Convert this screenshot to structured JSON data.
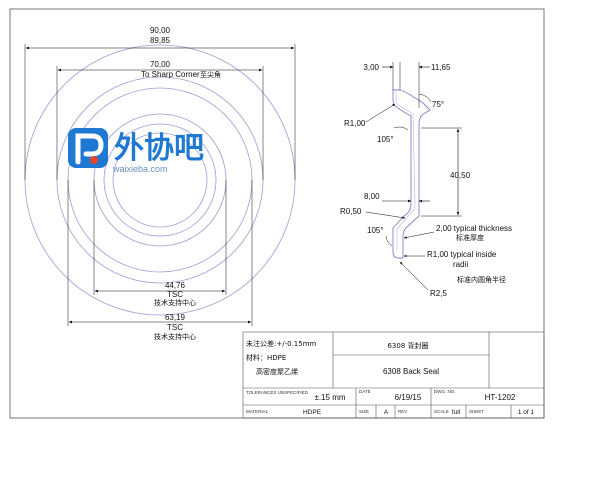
{
  "left_view": {
    "outer_dim_max": "90,00",
    "outer_dim_min": "89,85",
    "sharp_corner_dim": "70,00",
    "sharp_corner_label": "To Sharp Corner",
    "sharp_corner_cn": "至尖角",
    "tsc1_value": "44,76",
    "tsc1_label": "TSC",
    "tsc1_cn": "技术支持中心",
    "tsc2_value": "63,19",
    "tsc2_label": "TSC",
    "tsc2_cn": "技术支持中心"
  },
  "right_view": {
    "d_3": "3,00",
    "d_11_65": "11,65",
    "angle_75": "75°",
    "r_1_top": "R1,00",
    "angle_105_top": "105°",
    "h_40_50": "40,50",
    "d_8": "8,00",
    "r_0_5": "R0,50",
    "angle_105_bottom": "105°",
    "thickness": "2,00 typical thickness",
    "thickness_cn": "标准厚度",
    "inside_radii": "R1,00 typical inside",
    "inside_radii_2": "radii",
    "inside_radii_cn": "标准内圆角半径",
    "r_2_5": "R2,5"
  },
  "watermark": {
    "name": "外协吧",
    "url": "waixieba.com",
    "color": "#1f78d1"
  },
  "title_block": {
    "tolerance_note": "未注公差:+/-0.15mm",
    "part_name_cn": "6308 背封圈",
    "material_note": "材料：HDPE",
    "material_cn": "高密度聚乙烯",
    "part_name": "6308 Back Seal",
    "tol_label": "TOLERANCES UNSPECIFIED",
    "tol_value": "±.15 mm",
    "date_label": "DATE",
    "date_value": "6/19/15",
    "dwg_label": "DWG. NO.",
    "dwg_value": "HT-1202",
    "material_label": "MATERIAL",
    "material_value": "HDPE",
    "size_label": "SIZE",
    "size_value": "A",
    "rev_label": "REV",
    "scale_label": "SCALE",
    "scale_value": "full",
    "sheet_label": "SHEET",
    "sheet_value": "1 of 1"
  }
}
